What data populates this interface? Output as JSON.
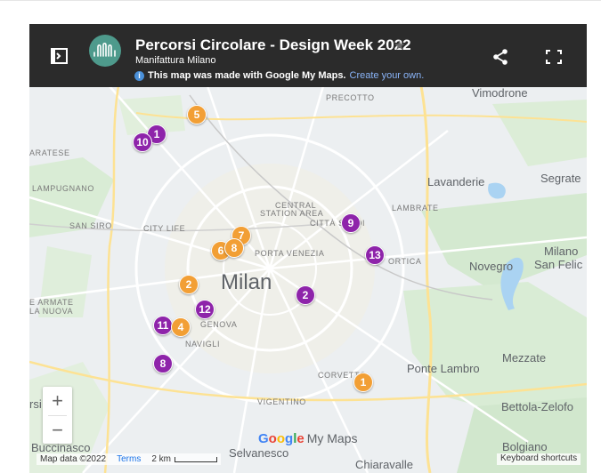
{
  "header": {
    "title": "Percorsi Circolare - Design Week 2022",
    "subtitle": "Manifattura Milano",
    "notice_text": "This map was made with Google My Maps.",
    "notice_link": "Create your own."
  },
  "map_labels": {
    "vimodrone": "Vimodrone",
    "precotto": "PRECOTTO",
    "aratese": "ARATESE",
    "lampugnano": "LAMPUGNANO",
    "san_siro": "SAN SIRO",
    "city_life": "CITY LIFE",
    "central_station_1": "CENTRAL",
    "central_station_2": "STATION AREA",
    "citta_studi": "CITTÀ STUDI",
    "lambrate": "LAMBRATE",
    "lavanderie": "Lavanderie",
    "segrate": "Segrate",
    "porta_venezia": "PORTA VENEZIA",
    "ortica": "ORTICA",
    "novegro": "Novegro",
    "milano_san_felice_1": "Milano",
    "milano_san_felice_2": "San Felic",
    "milan": "Milan",
    "le_armate_1": "E ARMATE",
    "le_armate_2": "LA NUOVA",
    "genova": "GENOVA",
    "navigli": "NAVIGLI",
    "mezzate": "Mezzate",
    "ponte_lambro": "Ponte Lambro",
    "corvetto": "CORVETTO",
    "rsi": "rsi",
    "vigentino": "VIGENTINO",
    "bettola": "Bettola-Zelofo",
    "buccinasco": "Buccinasco",
    "selvanesco": "Selvanesco",
    "bolgiano": "Bolgiano",
    "chiaravalle": "Chiaravalle"
  },
  "markers": [
    {
      "label": "5",
      "color": "orange"
    },
    {
      "label": "1",
      "color": "purple"
    },
    {
      "label": "10",
      "color": "purple"
    },
    {
      "label": "9",
      "color": "purple"
    },
    {
      "label": "7",
      "color": "orange"
    },
    {
      "label": "6",
      "color": "orange"
    },
    {
      "label": "8",
      "color": "orange"
    },
    {
      "label": "13",
      "color": "purple"
    },
    {
      "label": "2",
      "color": "orange"
    },
    {
      "label": "2",
      "color": "purple"
    },
    {
      "label": "12",
      "color": "purple"
    },
    {
      "label": "11",
      "color": "purple"
    },
    {
      "label": "4",
      "color": "orange"
    },
    {
      "label": "8",
      "color": "purple"
    },
    {
      "label": "1",
      "color": "orange"
    }
  ],
  "colors": {
    "purple": "#8e24aa",
    "orange": "#f29f35",
    "header_bg": "#2b2b2b",
    "logo_bg": "#4e9a8c"
  },
  "controls": {
    "zoom_in": "+",
    "zoom_out": "−"
  },
  "branding": {
    "google": [
      "G",
      "o",
      "o",
      "g",
      "l",
      "e"
    ],
    "my_maps": "My Maps"
  },
  "footer": {
    "map_data": "Map data ©2022",
    "terms": "Terms",
    "scale": "2 km",
    "keyboard_shortcuts": "Keyboard shortcuts"
  },
  "icons": [
    "sidebar-toggle-icon",
    "logo-waveform-icon",
    "star-icon",
    "info-icon",
    "share-icon",
    "fullscreen-icon"
  ]
}
